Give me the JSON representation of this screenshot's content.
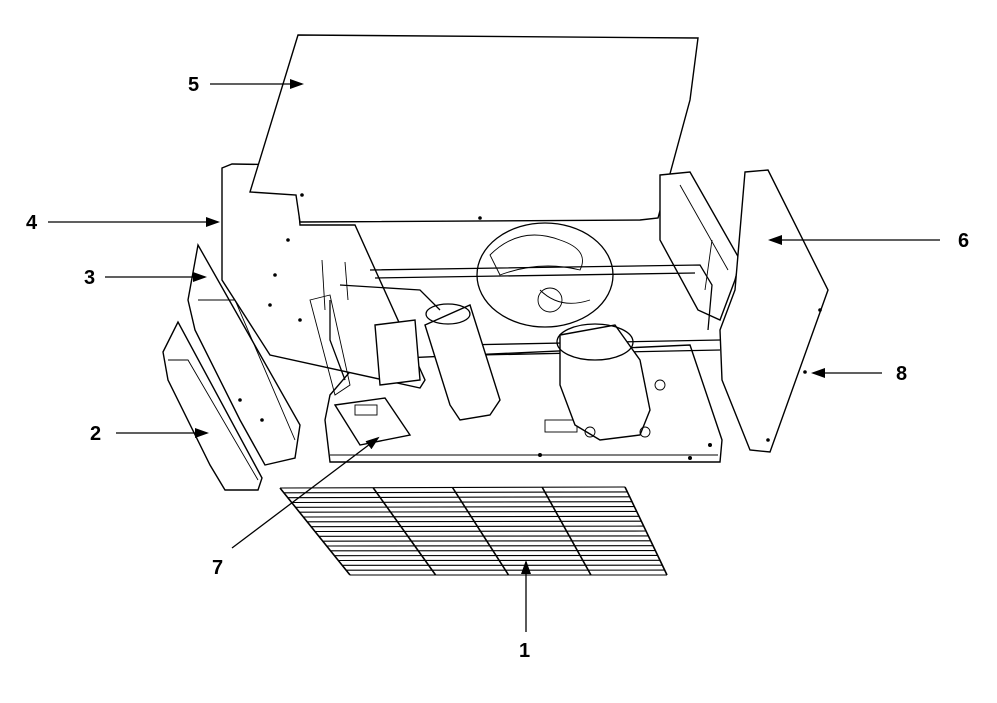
{
  "diagram": {
    "callouts": [
      {
        "id": "c1",
        "label": "1"
      },
      {
        "id": "c2",
        "label": "2"
      },
      {
        "id": "c3",
        "label": "3"
      },
      {
        "id": "c4",
        "label": "4"
      },
      {
        "id": "c5",
        "label": "5"
      },
      {
        "id": "c6",
        "label": "6"
      },
      {
        "id": "c7",
        "label": "7"
      },
      {
        "id": "c8",
        "label": "8"
      }
    ],
    "colors": {
      "line": "#000000",
      "background": "#ffffff"
    }
  }
}
